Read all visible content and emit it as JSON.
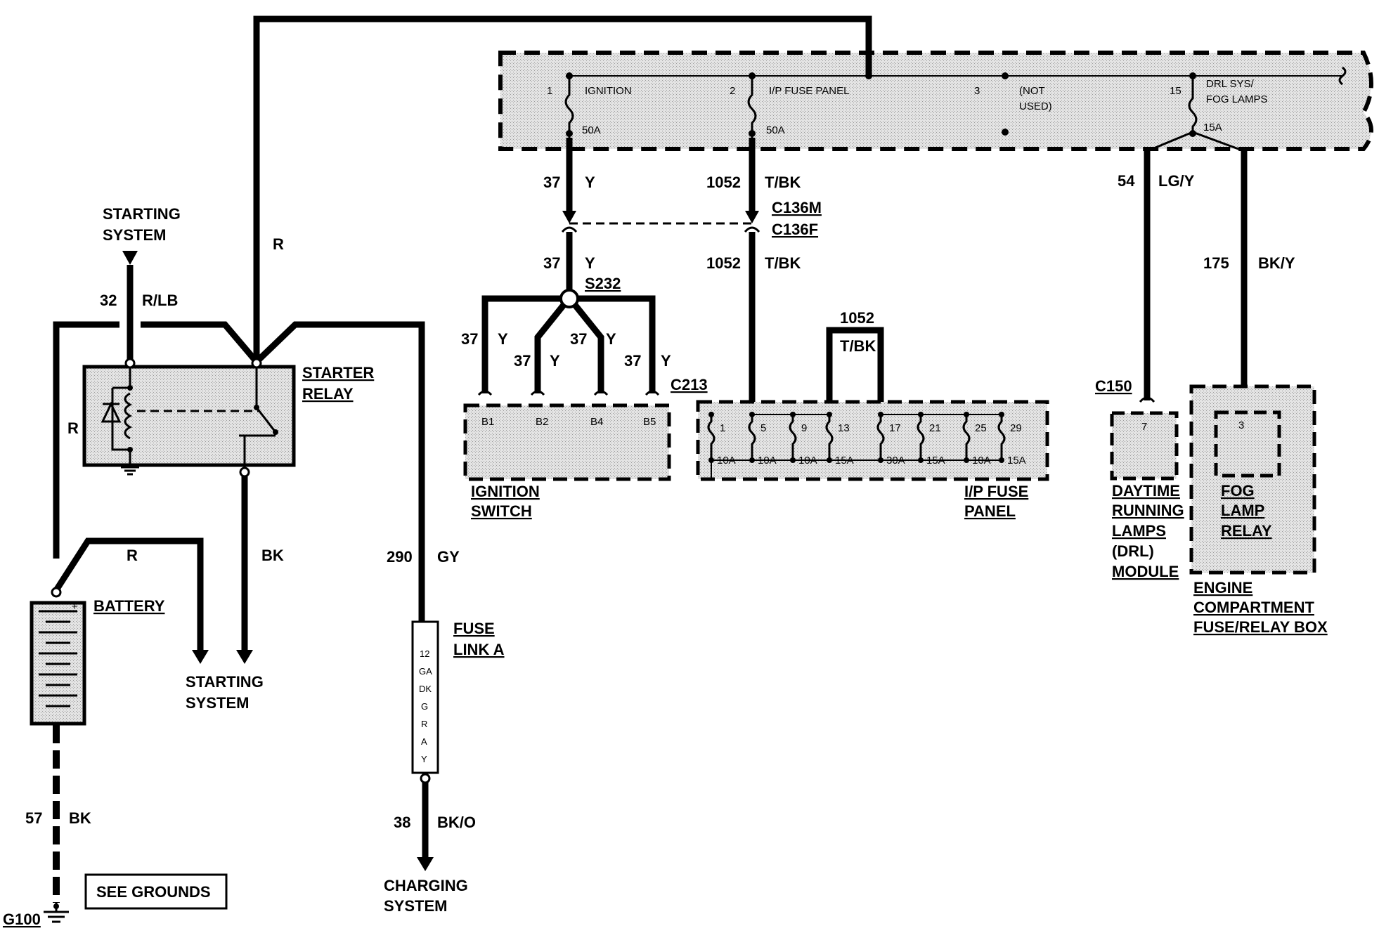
{
  "power_distribution_box": {
    "fuses": [
      {
        "num": "1",
        "name": "IGNITION",
        "rating": "50A"
      },
      {
        "num": "2",
        "name": "I/P FUSE PANEL",
        "rating": "50A"
      },
      {
        "num": "3",
        "name_line1": "(NOT",
        "name_line2": "USED)"
      },
      {
        "num": "15",
        "name_line1": "DRL SYS/",
        "name_line2": "FOG  LAMPS",
        "rating": "15A"
      }
    ]
  },
  "wires": {
    "w37_top": {
      "num": "37",
      "color": "Y"
    },
    "w1052_top": {
      "num": "1052",
      "color": "T/BK"
    },
    "w37_mid": {
      "num": "37",
      "color": "Y"
    },
    "w1052_mid": {
      "num": "1052",
      "color": "T/BK"
    },
    "w37_a": {
      "num": "37",
      "color": "Y"
    },
    "w37_b": {
      "num": "37",
      "color": "Y"
    },
    "w37_c": {
      "num": "37",
      "color": "Y"
    },
    "w37_d": {
      "num": "37",
      "color": "Y"
    },
    "w1052_jumper": {
      "num": "1052",
      "color": "T/BK"
    },
    "w54": {
      "num": "54",
      "color": "LG/Y"
    },
    "w175": {
      "num": "175",
      "color": "BK/Y"
    },
    "w32": {
      "num": "32",
      "color": "R/LB"
    },
    "r_top": {
      "color": "R"
    },
    "r_left": {
      "color": "R"
    },
    "r_battery": {
      "color": "R"
    },
    "bk_relay": {
      "color": "BK"
    },
    "w290": {
      "num": "290",
      "color": "GY"
    },
    "w57": {
      "num": "57",
      "color": "BK"
    },
    "w38": {
      "num": "38",
      "color": "BK/O"
    }
  },
  "connectors": {
    "c136m": "C136M",
    "c136f": "C136F",
    "s232": "S232",
    "c213": "C213",
    "c150": "C150",
    "g100": "G100"
  },
  "components": {
    "starting_system_top": {
      "line1": "STARTING",
      "line2": "SYSTEM"
    },
    "starter_relay": {
      "line1": "STARTER",
      "line2": "RELAY"
    },
    "battery": {
      "label": "BATTERY",
      "plus": "+"
    },
    "starting_system_bottom": {
      "line1": "STARTING",
      "line2": "SYSTEM"
    },
    "fuse_link": {
      "line1": "FUSE",
      "line2": "LINK A",
      "text": [
        "12",
        "GA",
        "DK",
        "G",
        "R",
        "A",
        "Y"
      ]
    },
    "charging_system": {
      "line1": "CHARGING",
      "line2": "SYSTEM"
    },
    "see_grounds": "SEE GROUNDS",
    "ignition_switch": {
      "line1": "IGNITION",
      "line2": "SWITCH",
      "pins": [
        "B1",
        "B2",
        "B4",
        "B5"
      ]
    },
    "ip_fuse_panel": {
      "line1": "I/P FUSE",
      "line2": "PANEL",
      "fuses": [
        {
          "num": "1",
          "rating": "10A"
        },
        {
          "num": "5",
          "rating": "10A"
        },
        {
          "num": "9",
          "rating": "10A"
        },
        {
          "num": "13",
          "rating": "15A"
        },
        {
          "num": "17",
          "rating": "30A"
        },
        {
          "num": "21",
          "rating": "15A"
        },
        {
          "num": "25",
          "rating": "10A"
        },
        {
          "num": "29",
          "rating": "15A"
        }
      ]
    },
    "drl_module": {
      "pin": "7",
      "line1": "DAYTIME",
      "line2": "RUNNING",
      "line3": "LAMPS",
      "line4": "(DRL)",
      "line5": "MODULE"
    },
    "fog_relay": {
      "pin": "3",
      "line1": "FOG",
      "line2": "LAMP",
      "line3": "RELAY"
    },
    "engine_box": {
      "line1": "ENGINE",
      "line2": "COMPARTMENT",
      "line3": "FUSE/RELAY BOX"
    }
  }
}
